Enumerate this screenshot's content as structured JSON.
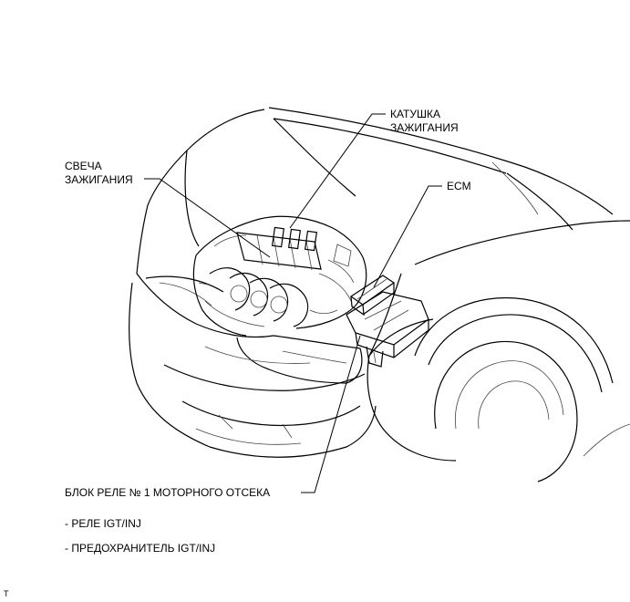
{
  "labels": {
    "coil_line1": "КАТУШКА",
    "coil_line2": "ЗАЖИГАНИЯ",
    "plug_line1": "СВЕЧА",
    "plug_line2": "ЗАЖИГАНИЯ",
    "ecm": "ECM",
    "relay_block": "БЛОК РЕЛЕ № 1 МОТОРНОГО ОТСЕКА",
    "relay_item": "- РЕЛЕ IGT/INJ",
    "fuse_item": "- ПРЕДОХРАНИТЕЛЬ IGT/INJ",
    "corner_mark": "T"
  }
}
